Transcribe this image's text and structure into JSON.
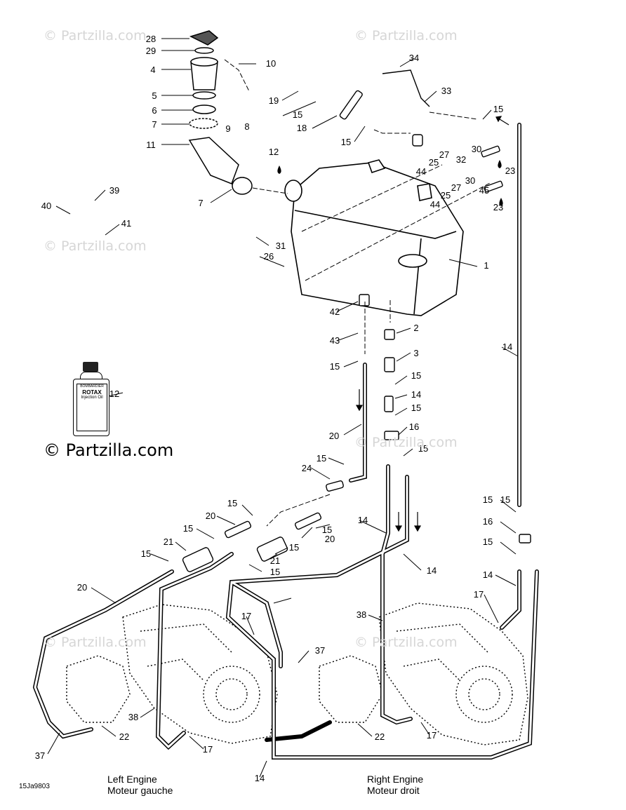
{
  "watermark": {
    "text": "© Partzilla.com",
    "big_text": "© Partzilla.com"
  },
  "captions": {
    "left_en": "Left Engine",
    "left_fr": "Moteur gauche",
    "right_en": "Right Engine",
    "right_fr": "Moteur droit",
    "code": "15Ja9803"
  },
  "bottle": {
    "brand": "BOMBARDIER",
    "name": "ROTAX",
    "desc": "Injection Oil"
  },
  "callouts": [
    {
      "n": "28"
    },
    {
      "n": "29"
    },
    {
      "n": "4"
    },
    {
      "n": "10"
    },
    {
      "n": "5"
    },
    {
      "n": "6"
    },
    {
      "n": "9"
    },
    {
      "n": "8"
    },
    {
      "n": "7"
    },
    {
      "n": "11"
    },
    {
      "n": "34"
    },
    {
      "n": "19"
    },
    {
      "n": "33"
    },
    {
      "n": "15"
    },
    {
      "n": "18"
    },
    {
      "n": "15"
    },
    {
      "n": "15"
    },
    {
      "n": "12"
    },
    {
      "n": "32"
    },
    {
      "n": "30"
    },
    {
      "n": "27"
    },
    {
      "n": "25"
    },
    {
      "n": "44"
    },
    {
      "n": "23"
    },
    {
      "n": "45"
    },
    {
      "n": "30"
    },
    {
      "n": "27"
    },
    {
      "n": "25"
    },
    {
      "n": "44"
    },
    {
      "n": "23"
    },
    {
      "n": "7"
    },
    {
      "n": "39"
    },
    {
      "n": "40"
    },
    {
      "n": "41"
    },
    {
      "n": "31"
    },
    {
      "n": "26"
    },
    {
      "n": "1"
    },
    {
      "n": "42"
    },
    {
      "n": "2"
    },
    {
      "n": "43"
    },
    {
      "n": "3"
    },
    {
      "n": "15"
    },
    {
      "n": "15"
    },
    {
      "n": "14"
    },
    {
      "n": "15"
    },
    {
      "n": "16"
    },
    {
      "n": "12"
    },
    {
      "n": "20"
    },
    {
      "n": "15"
    },
    {
      "n": "15"
    },
    {
      "n": "24"
    },
    {
      "n": "14"
    },
    {
      "n": "15"
    },
    {
      "n": "20"
    },
    {
      "n": "15"
    },
    {
      "n": "15"
    },
    {
      "n": "20"
    },
    {
      "n": "14"
    },
    {
      "n": "21"
    },
    {
      "n": "15"
    },
    {
      "n": "21"
    },
    {
      "n": "15"
    },
    {
      "n": "15"
    },
    {
      "n": "14"
    },
    {
      "n": "15"
    },
    {
      "n": "20"
    },
    {
      "n": "16"
    },
    {
      "n": "15"
    },
    {
      "n": "14"
    },
    {
      "n": "17"
    },
    {
      "n": "17"
    },
    {
      "n": "38"
    },
    {
      "n": "37"
    },
    {
      "n": "38"
    },
    {
      "n": "22"
    },
    {
      "n": "22"
    },
    {
      "n": "17"
    },
    {
      "n": "17"
    },
    {
      "n": "37"
    },
    {
      "n": "14"
    },
    {
      "n": "15"
    }
  ]
}
